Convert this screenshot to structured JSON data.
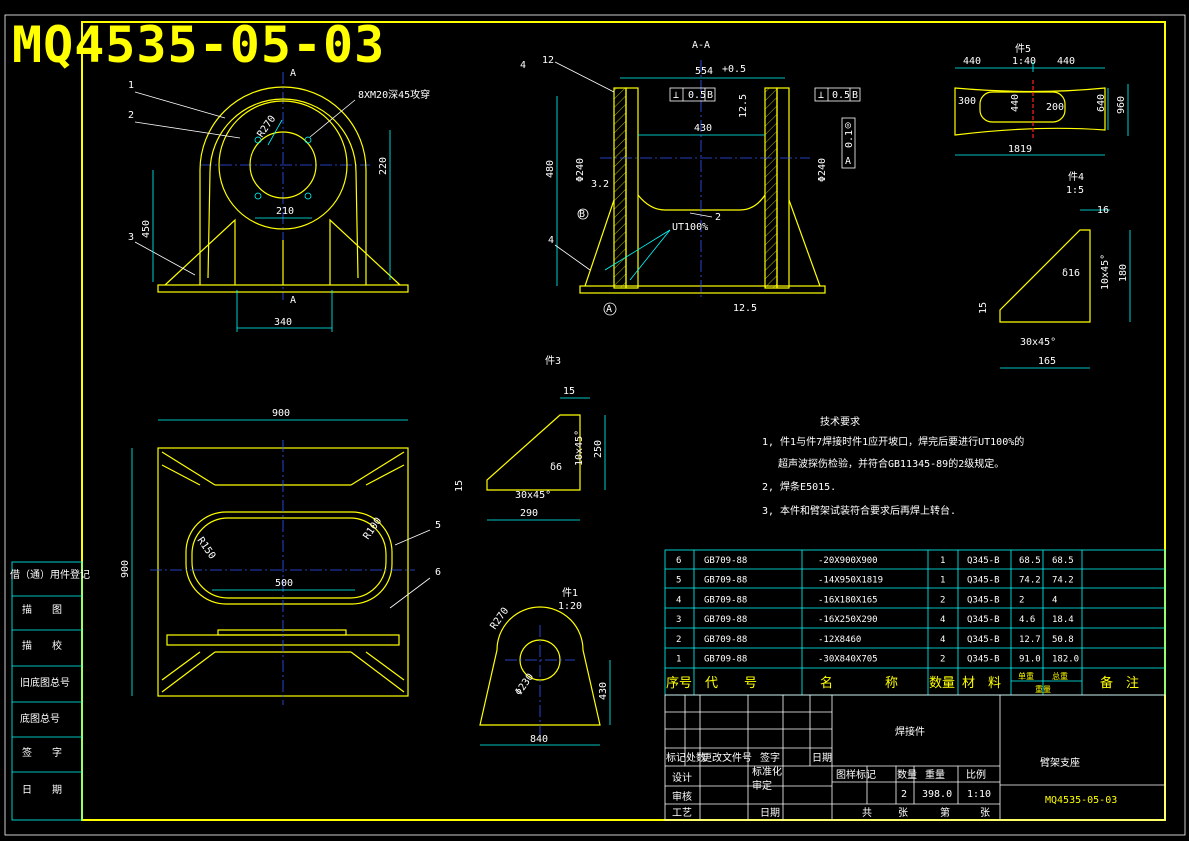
{
  "drawing_number_big": "MQ4535-05-03",
  "section_label": "A-A",
  "section_marks": [
    "A",
    "A"
  ],
  "front_view": {
    "part_callouts": [
      "1",
      "2",
      "3"
    ],
    "hole_note": "8XM20深45攻穿",
    "dims": {
      "radius_small": "R270",
      "height_220": "220",
      "height_450": "450",
      "width_210": "210",
      "width_340": "340"
    }
  },
  "section_view": {
    "callouts": [
      "12",
      "4",
      "4",
      "2"
    ],
    "dims": {
      "width_top": "554",
      "width_tol": "+0.5",
      "width_430": "430",
      "height_480": "480",
      "dia_left": "Φ240",
      "dia_right": "Φ240",
      "h_12_5": "12.5",
      "h_3_2": "3.2"
    },
    "gdt_left": [
      "⊥",
      "0.5",
      "B"
    ],
    "gdt_right": [
      "⊥",
      "0.5",
      "B"
    ],
    "gdt_vertical": [
      "◎",
      "0.1",
      "A"
    ],
    "weld_note": "UT100%",
    "surface_note": "12.5",
    "datum_marks": [
      "A",
      "B"
    ]
  },
  "part5_view": {
    "title": "件5",
    "scale": "1:40",
    "dims": {
      "d440_left": "440",
      "d440_right": "440",
      "d300": "300",
      "d440": "440",
      "d200": "200",
      "d640": "640",
      "d960": "960",
      "d1819": "1819"
    }
  },
  "part4_view": {
    "title": "件4",
    "scale": "1:5",
    "dims": {
      "d16": "16",
      "thick": "δ16",
      "chamfer": "10x45°",
      "d180": "180",
      "d15": "15",
      "chamfer2": "30x45°",
      "d165": "165"
    }
  },
  "part3_view": {
    "title": "件3",
    "dims": {
      "d15": "15",
      "thick": "δ6",
      "chamfer": "10x45°",
      "d250": "250",
      "d15_left": "15",
      "chamfer2": "30x45°",
      "d290": "290"
    }
  },
  "part1_view": {
    "title": "件1",
    "scale": "1:20",
    "dims": {
      "radius": "R270",
      "dia": "Φ230",
      "d430": "430",
      "d840": "840"
    }
  },
  "top_view": {
    "callouts": [
      "5",
      "6"
    ],
    "dims": {
      "d900_w": "900",
      "d900_h": "900",
      "r150": "R150",
      "r100": "R100",
      "d500": "500"
    }
  },
  "tech_requirements": {
    "heading": "技术要求",
    "items": [
      "1, 件1与件7焊接时件1应开坡口，焊完后要进行UT100%的",
      "超声波探伤检验，并符合GB11345-89的2级规定。",
      "2, 焊条E5015.",
      "3, 本件和臂架试装符合要求后再焊上转台."
    ]
  },
  "left_strip": {
    "items": [
      "借（通）用件登记",
      "描　　图",
      "描　　校",
      "旧底图总号",
      "底图总号",
      "签　　字",
      "日　　期"
    ]
  },
  "bom": {
    "rows": [
      {
        "no": "6",
        "code": "GB709-88",
        "name": "-20X900X900",
        "qty": "1",
        "mat": "Q345-B",
        "unit": "68.5",
        "total": "68.5"
      },
      {
        "no": "5",
        "code": "GB709-88",
        "name": "-14X950X1819",
        "qty": "1",
        "mat": "Q345-B",
        "unit": "74.2",
        "total": "74.2"
      },
      {
        "no": "4",
        "code": "GB709-88",
        "name": "-16X180X165",
        "qty": "2",
        "mat": "Q345-B",
        "unit": "2",
        "total": "4"
      },
      {
        "no": "3",
        "code": "GB709-88",
        "name": "-16X250X290",
        "qty": "4",
        "mat": "Q345-B",
        "unit": "4.6",
        "total": "18.4"
      },
      {
        "no": "2",
        "code": "GB709-88",
        "name": "-12X8460",
        "qty": "4",
        "mat": "Q345-B",
        "unit": "12.7",
        "total": "50.8"
      },
      {
        "no": "1",
        "code": "GB709-88",
        "name": "-30X840X705",
        "qty": "2",
        "mat": "Q345-B",
        "unit": "91.0",
        "total": "182.0"
      }
    ],
    "header": {
      "no": "序号",
      "code": "代　　号",
      "name": "名　　　　称",
      "qty": "数量",
      "mat": "材　料",
      "unit": "单重",
      "total": "总重",
      "unit2": "重量",
      "note": "备　注"
    }
  },
  "title_block": {
    "type_label": "焊接件",
    "name": "臂架支座",
    "drawing_no": "MQ4535-05-03",
    "rev_headers": [
      "标记",
      "处数",
      "更改文件号",
      "签字",
      "日期"
    ],
    "roles": [
      "设计",
      "标准化",
      "审定",
      "审核",
      "工艺",
      "日期"
    ],
    "stage_headers": [
      "图样标记",
      "数量",
      "重量",
      "比例"
    ],
    "qty": "2",
    "weight": "398.0",
    "scale": "1:10",
    "sheet_total_label": "共",
    "sheet_label": "张",
    "page_label": "第",
    "page_label2": "张"
  },
  "colors": {
    "outline": "#ffff00",
    "dimension": "#00ffff",
    "centerline": "#3355ff",
    "text": "#ffffff",
    "background": "#000000"
  }
}
